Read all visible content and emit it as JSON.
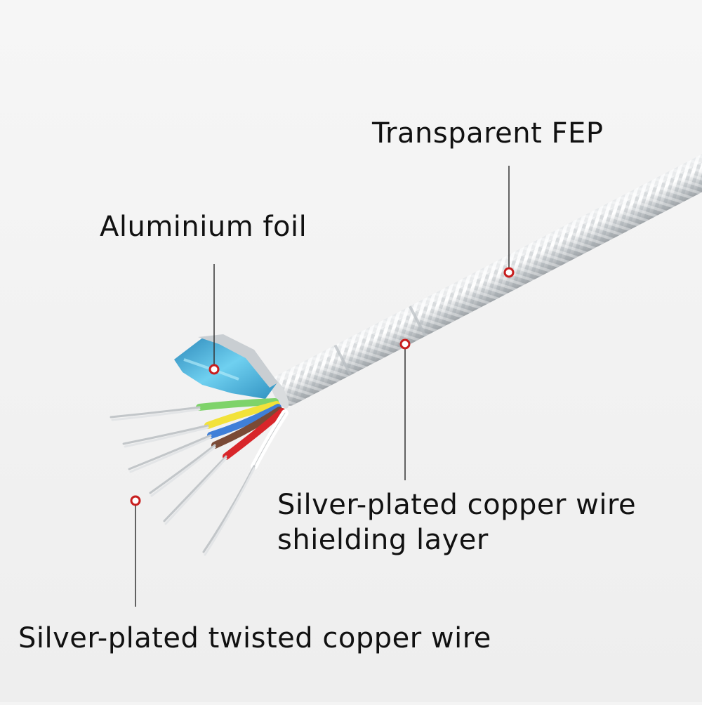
{
  "labels": {
    "transparent_fep": "Transparent FEP",
    "aluminium_foil": "Aluminium foil",
    "shielding_layer_line1": "Silver-plated copper wire",
    "shielding_layer_line2": "shielding layer",
    "twisted_copper_wire": "Silver-plated twisted copper wire"
  },
  "colors": {
    "background": "#f4f4f4",
    "callout_marker": "#c81e1e",
    "leader_line": "#333333",
    "foil_blue": "#3aa0cc",
    "braid_silver": "#cfd3d6",
    "core_colors": [
      "#7ed36a",
      "#f2e23a",
      "#3f7fd8",
      "#7a4a36",
      "#d8262a",
      "#f7f7f7"
    ]
  }
}
